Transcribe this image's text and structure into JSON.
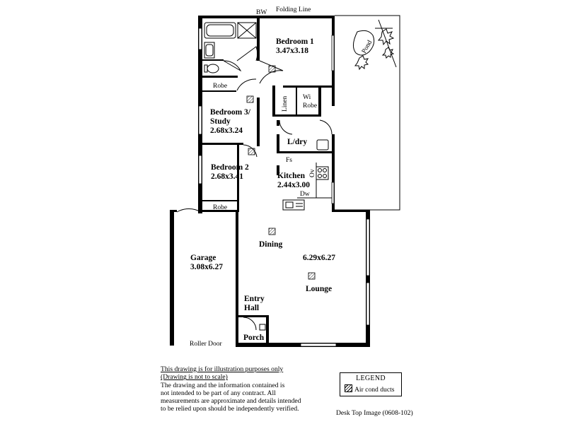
{
  "plan": {
    "top_labels": {
      "folding_line": "Folding Line",
      "bw": "BW"
    },
    "rooms": {
      "bedroom1": {
        "name": "Bedroom 1",
        "size": "3.47x3.18"
      },
      "bedroom3": {
        "name_line1": "Bedroom 3/",
        "name_line2": "Study",
        "size": "2.68x3.24"
      },
      "bedroom2": {
        "name": "Bedroom 2",
        "size": "2.68x3.41"
      },
      "kitchen": {
        "name": "Kitchen",
        "size": "2.44x3.00"
      },
      "garage": {
        "name": "Garage",
        "size": "3.08x6.27"
      },
      "living": {
        "dining": "Dining",
        "size": "6.29x6.27",
        "lounge": "Lounge"
      }
    },
    "labels": {
      "robe_top": "Robe",
      "robe_bottom": "Robe",
      "wi_robe_line1": "Wi",
      "wi_robe_line2": "Robe",
      "linen": "Linen",
      "laundry": "L/dry",
      "fs": "Fs",
      "ov": "Ov",
      "dw": "Dw",
      "entry_line1": "Entry",
      "entry_line2": "Hall",
      "porch": "Porch",
      "roller_door": "Roller Door",
      "pond": "Pond"
    }
  },
  "disclaimer": {
    "line1": "This drawing is for illustration purposes only",
    "line2": "(Drawing is not to scale)",
    "line3": "The drawing and the information contained is",
    "line4": "not intended to be part of any contract.  All",
    "line5": "measurements are approximate and details intended",
    "line6": "to be relied upon should be independently verified."
  },
  "legend": {
    "title": "LEGEND",
    "air_cond": "Air cond ducts"
  },
  "image_ref": "Desk Top Image (0608-102)"
}
